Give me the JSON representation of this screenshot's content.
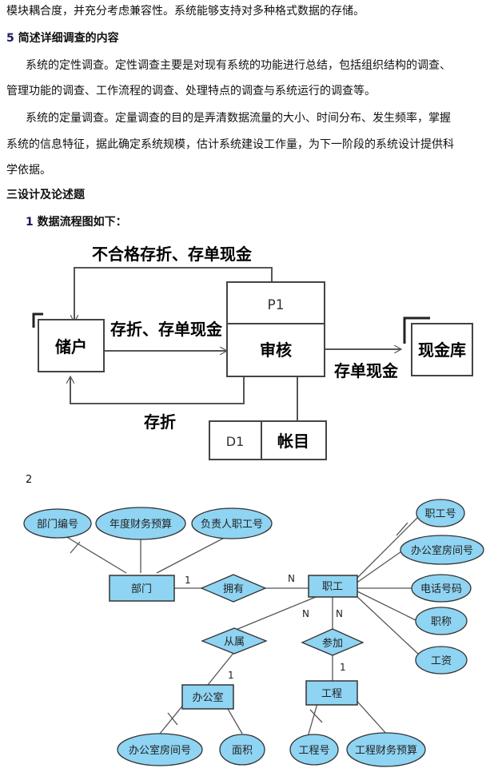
{
  "paragraphs": {
    "p0": "模块耦合度，并充分考虑兼容性。系统能够支持对多种格式数据的存储。",
    "h5_num": "5",
    "h5_title": "简述详细调查的内容",
    "p1a": "系统的定性调查。定性调查主要是对现有系统的功能进行总结，包括组织结构的调查、",
    "p1b": "管理功能的调查、工作流程的调查、处理特点的调查与系统运行的调查等。",
    "p2a": "系统的定量调查。定量调查的目的是弄清数据流量的大小、时间分布、发生频率，掌握",
    "p2b": "系统的信息特征，据此确定系统规模，估计系统建设工作量，为下一阶段的系统设计提供科",
    "p2c": "学依据。",
    "section3": "三设计及论述题",
    "q1_num": "1",
    "q1_title": "数据流程图如下：",
    "q2_num": "2"
  },
  "dfd": {
    "top_flow": "不合格存折、存单现金",
    "entity_left": "储户",
    "flow_in": "存折、存单现金",
    "process_id": "P1",
    "process_name": "审核",
    "flow_out": "存单现金",
    "entity_right": "现金库",
    "flow_back": "存折",
    "store_id": "D1",
    "store_name": "帐目"
  },
  "er": {
    "colors": {
      "fill": "#8fd4f2",
      "stroke": "#333333"
    },
    "entities": {
      "dept": "部门",
      "staff": "职工",
      "office": "办公室",
      "project": "工程"
    },
    "relations": {
      "own": "拥有",
      "belong": "从属",
      "join": "参加"
    },
    "attrs": {
      "dept_no": "部门编号",
      "dept_budget": "年度财务预算",
      "dept_head": "负责人职工号",
      "staff_no": "职工号",
      "staff_room": "办公室房间号",
      "staff_phone": "电话号码",
      "staff_title": "职称",
      "staff_salary": "工资",
      "office_room": "办公室房间号",
      "office_area": "面积",
      "proj_no": "工程号",
      "proj_budget": "工程财务预算"
    },
    "card": {
      "one": "1",
      "n": "N"
    }
  }
}
